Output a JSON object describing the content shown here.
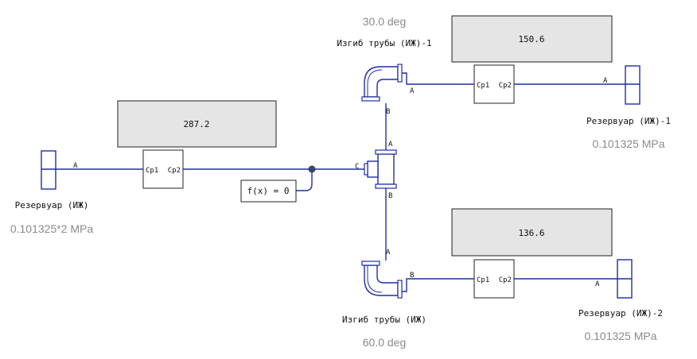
{
  "displays": {
    "left": "287.2",
    "top_right": "150.6",
    "bottom_right": "136.6"
  },
  "sensors": {
    "port_in": "Cp1",
    "port_out": "Cp2"
  },
  "reservoirs": {
    "left": {
      "name": "Резервуар (ИЖ)",
      "pressure": "0.101325*2 MPa",
      "port": "A"
    },
    "top_right": {
      "name": "Резервуар (ИЖ)-1",
      "pressure": "0.101325 MPa",
      "port": "A"
    },
    "bottom_right": {
      "name": "Резервуар (ИЖ)-2",
      "pressure": "0.101325 MPa",
      "port": "A"
    }
  },
  "bends": {
    "top": {
      "name": "Изгиб трубы (ИЖ)-1",
      "angle": "30.0 deg",
      "port_a": "A",
      "port_b": "B"
    },
    "bottom": {
      "name": "Изгиб трубы (ИЖ)",
      "angle": "60.0 deg",
      "port_a": "A",
      "port_b": "B"
    }
  },
  "tee": {
    "port_a": "A",
    "port_b": "B",
    "port_c": "C"
  },
  "solver": {
    "label": "f(x) = 0"
  }
}
